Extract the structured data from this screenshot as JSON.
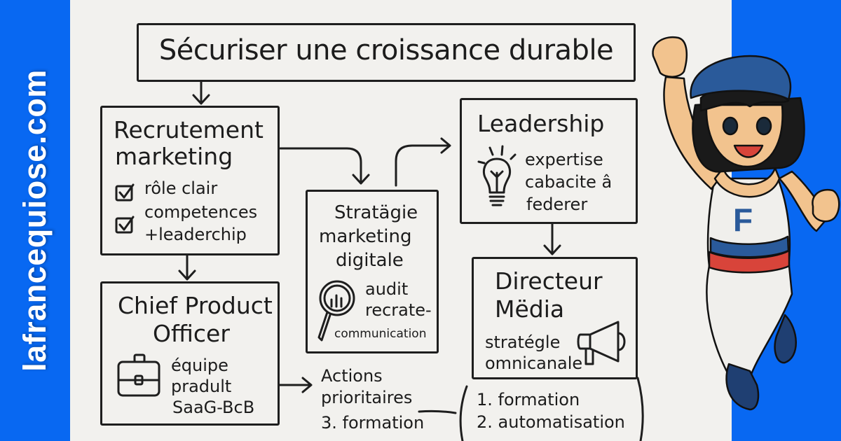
{
  "brand": {
    "site_name": "lafrancequiose.com",
    "colors": {
      "brand_blue": "#0868f2",
      "paper": "#f2f1ee",
      "ink": "#1e1e1e",
      "beret_blue": "#2a5a9a",
      "stripe_red": "#d8443a",
      "skin": "#f2c38e"
    }
  },
  "diagram": {
    "title": "Sécuriser une croissance durable",
    "nodes": {
      "recrutement": {
        "title_line1": "Recrutement",
        "title_line2": "marketing",
        "items": [
          {
            "label_line1": "rôle clair",
            "icon": "checkbox-checked-icon"
          },
          {
            "label_line1": "competences",
            "label_line2": "+leaderchip",
            "icon": "checkbox-checked-icon"
          }
        ]
      },
      "chief_product": {
        "title_line1": "Chief Product",
        "title_line2": "Officer",
        "icon": "briefcase-icon",
        "lines": [
          "équipe",
          "pradult",
          "SaaG-BcB"
        ]
      },
      "strategie": {
        "title_lines": [
          "Stratägie",
          "marketing",
          "digitale"
        ],
        "icon": "magnifier-chart-icon",
        "lines": [
          "audit",
          "recrate-",
          "communication"
        ]
      },
      "leadership": {
        "title": "Leadership",
        "icon": "lightbulb-icon",
        "lines": [
          "expertise",
          "cabacite â",
          "federer"
        ]
      },
      "directeur": {
        "title_line1": "Directeur",
        "title_line2": "Mëdia",
        "icon": "megaphone-icon",
        "lines": [
          "stratégle",
          "omnicanale"
        ]
      },
      "actions": {
        "lines": [
          "Actions",
          "prioritaires",
          "3. formation"
        ],
        "list": [
          "1. formation",
          "2. automatisation"
        ]
      }
    }
  },
  "mascot": {
    "shirt_letter": "F",
    "description": "cartoon girl in blue beret raising fist"
  }
}
